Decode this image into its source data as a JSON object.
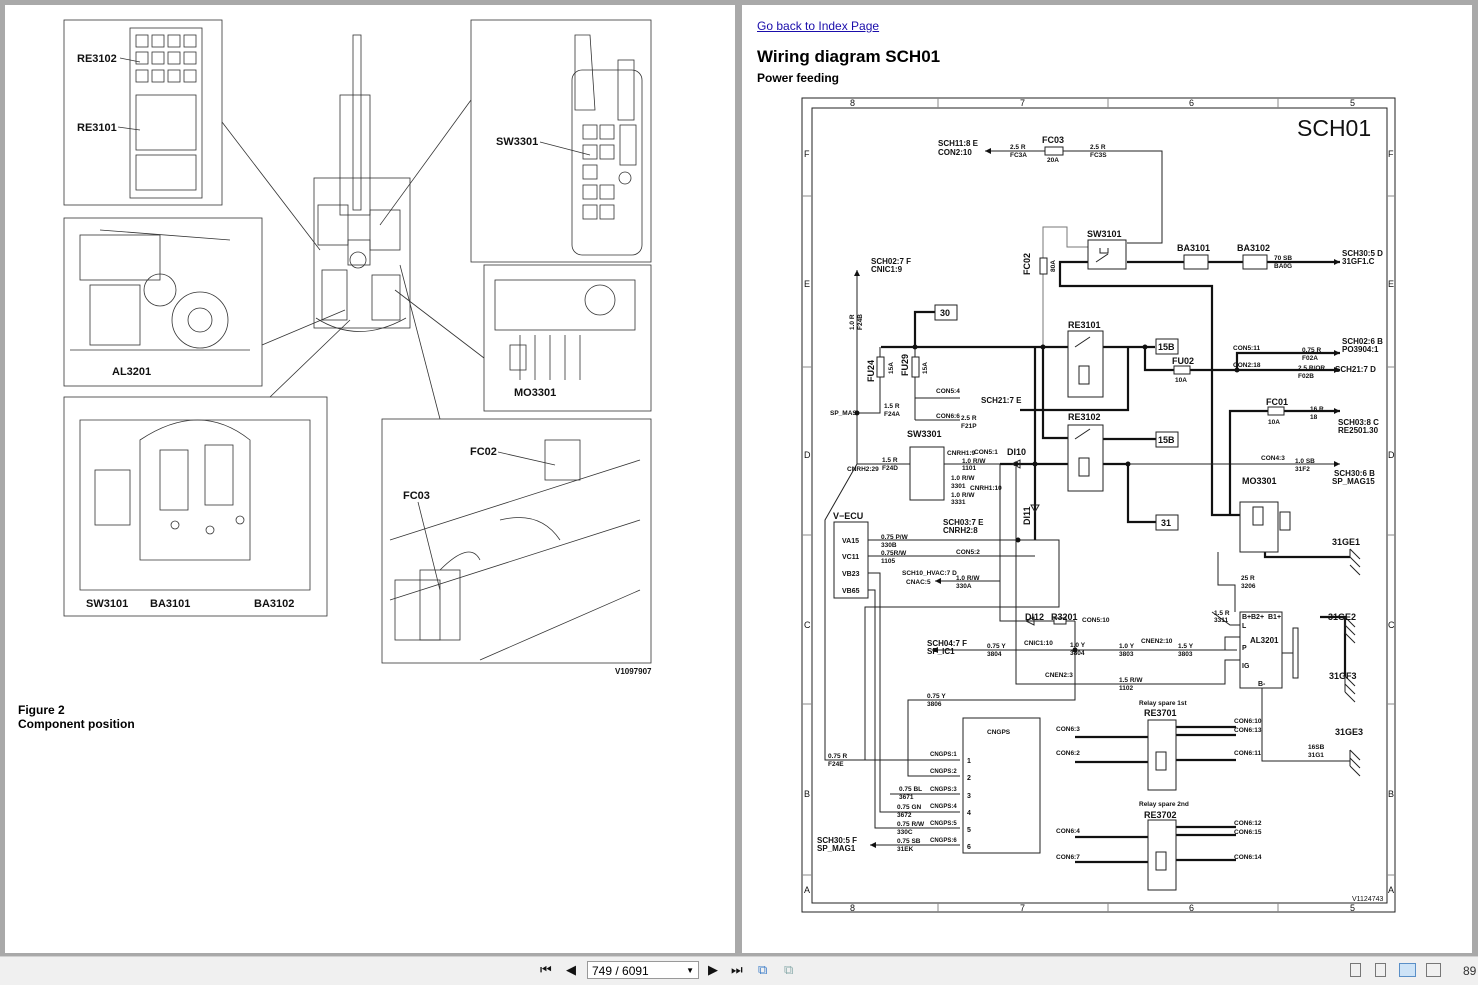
{
  "left_page": {
    "callouts": {
      "re3102": "RE3102",
      "re3101": "RE3101",
      "al3201": "AL3201",
      "sw3101": "SW3101",
      "ba3101": "BA3101",
      "ba3102": "BA3102",
      "sw3301": "SW3301",
      "mo3301": "MO3301",
      "fc02": "FC02",
      "fc03": "FC03"
    },
    "image_id": "V1097907",
    "figure_label": "Figure 2",
    "figure_caption": "Component position"
  },
  "right_page": {
    "back_link": "Go back to Index Page",
    "title": "Wiring diagram SCH01",
    "subtitle": "Power feeding",
    "diagram": {
      "sheet": "SCH01",
      "drawing_id": "V1124743",
      "columns": [
        "8",
        "7",
        "6",
        "5"
      ],
      "rows": [
        "F",
        "E",
        "D",
        "C",
        "B",
        "A"
      ],
      "components": {
        "fc03": "FC03",
        "fc03_rating": "20A",
        "sw3101": "SW3101",
        "ba3101": "BA3101",
        "ba3102": "BA3102",
        "fc02": "FC02",
        "fc02_rating": "80A",
        "re3101": "RE3101",
        "re3102": "RE3102",
        "fu02": "FU02",
        "fu02_rating": "10A",
        "fu24": "FU24",
        "fu24_rating": "15A",
        "fu29": "FU29",
        "fu29_rating": "15A",
        "fc01": "FC01",
        "fc01_rating": "10A",
        "sw3301": "SW3301",
        "di10": "DI10",
        "di11": "DI11",
        "di12": "DI12",
        "r3201": "R3201",
        "mo3301": "MO3301",
        "vecu": "V−ECU",
        "al3201": "AL3201",
        "cngps": "CNGPS",
        "re3701": "RE3701",
        "re3702": "RE3702",
        "spare1": "Relay spare 1st",
        "spare2": "Relay spare 2nd",
        "term30": "30",
        "term15b_1": "15B",
        "term15b_2": "15B",
        "term31": "31"
      },
      "refs": {
        "sch11": "SCH11:8 E",
        "con2_10": "CON2:10",
        "sch30_5d": "SCH30:5 D",
        "gf1c": "31GF1.C",
        "sch02_7f": "SCH02:7 F",
        "cnic1_9": "CNIC1:9",
        "sch02_6b": "SCH02:6 B",
        "po3904": "PO3904:1",
        "sch21_7d": "SCH21:7 D",
        "sch21_7e": "SCH21:7 E",
        "sch03_8c": "SCH03:8 C",
        "re2501": "RE2501.30",
        "sch30_6b": "SCH30:6 B",
        "sp_mag15": "SP_MAG15",
        "sch03_7e": "SCH03:7 E",
        "cnrh2_8": "CNRH2:8",
        "sch10": "SCH10_HVAC:7 D",
        "cnac5": "CNAC:5",
        "sch04": "SCH04:7 F",
        "sp_ic1": "SP_IC1",
        "sch30_5f": "SCH30:5 F",
        "sp_mag1": "SP_MAG1",
        "ge1": "31GE1",
        "ge2": "31GE2",
        "gf3": "31GF3",
        "ge3": "31GE3"
      },
      "ecu_pins": [
        "VA15",
        "VC11",
        "VB23",
        "VB65"
      ],
      "al_pins": [
        "B+",
        "L",
        "P",
        "IG",
        "B-",
        "B2+",
        "B1+"
      ],
      "cngps_pins": [
        "CNGPS:1",
        "CNGPS:2",
        "CNGPS:3",
        "CNGPS:4",
        "CNGPS:5",
        "CNGPS:6"
      ],
      "cngps_numbers": [
        "1",
        "2",
        "3",
        "4",
        "5",
        "6"
      ],
      "wires": {
        "fc3a": "2.5 R",
        "fc3a_id": "FC3A",
        "fc3s": "2.5 R",
        "fc3s_id": "FC3S",
        "ba_w": "70 SB",
        "ba_id": "BA0G",
        "f24b": "1.0 R",
        "f24b_id": "F24B",
        "f02a": "0.75 R",
        "f02a_id": "F02A",
        "f02b": "2.5 R/OR",
        "f02b_id": "F02B",
        "con5_11": "CON5:11",
        "con2_18": "CON2:18",
        "f24a": "1.5 R",
        "f24a_id": "F24A",
        "f21p": "2.5 R",
        "f21p_id": "F21P",
        "con5_4": "CON5:4",
        "con6_6": "CON6:6",
        "sp_mas": "SP_MAS",
        "f24d": "1.5 R",
        "f24d_id": "F24D",
        "cnrh2_29": "CNRH2:29",
        "w1101": "1.0 R/W",
        "w1101_id": "1101",
        "cnrh1_9": "CNRH1:9",
        "con5_1": "CON5:1",
        "w3301": "1.0 R/W",
        "w3301_id": "3301",
        "cnrh1_10": "CNRH1:10",
        "w3331": "1.0 R/W",
        "w3331_id": "3331",
        "f1": "16 R",
        "f1_id": "18",
        "f2": "1.0 SB",
        "f2_id": "31F2",
        "con4_3": "CON4:3",
        "va15w": "0.75 P/W",
        "va15w_id": "330B",
        "vc11w": "0.75R/W",
        "vc11w_id": "1105",
        "con5_2": "CON5:2",
        "w330a": "1.0 R/W",
        "w330a_id": "330A",
        "w3206": "25 R",
        "w3206_id": "3206",
        "w3311": "1.5 R",
        "w3311_id": "3311",
        "con5_10": "CON5:10",
        "cnic1_10": "CNIC1:10",
        "cnen2_10": "CNEN2:10",
        "cnen2_3": "CNEN2:3",
        "w3804a": "0.75 Y",
        "w3804a_id": "3804",
        "w3804b": "1.0 Y",
        "w3804b_id": "3804",
        "w3803a": "1.0 Y",
        "w3803a_id": "3803",
        "w3803b": "1.5 Y",
        "w3803b_id": "3803",
        "w1102": "1.5 R/W",
        "w1102_id": "1102",
        "w3806": "0.75 Y",
        "w3806_id": "3806",
        "f24e": "0.75 R",
        "f24e_id": "F24E",
        "w3671": "0.75 BL",
        "w3671_id": "3671",
        "w3672": "0.75 GN",
        "w3672_id": "3672",
        "w330c": "0.75 R/W",
        "w330c_id": "330C",
        "w31ek": "0.75 SB",
        "w31ek_id": "31EK",
        "w31g1": "16SB",
        "w31g1_id": "31G1",
        "con6_3": "CON6:3",
        "con6_2": "CON6:2",
        "con6_10": "CON6:10",
        "con6_13": "CON6:13",
        "con6_11": "CON6:11",
        "con6_4": "CON6:4",
        "con6_7": "CON6:7",
        "con6_12": "CON6:12",
        "con6_15": "CON6:15",
        "con6_14": "CON6:14"
      }
    }
  },
  "toolbar": {
    "page_indicator": "749 / 6091",
    "zoom": "89",
    "icons": [
      "first-page-icon",
      "prev-page-icon",
      "next-page-icon",
      "last-page-icon",
      "extract-page-icon",
      "insert-page-icon",
      "single-page-view-icon",
      "continuous-view-icon",
      "two-page-view-icon",
      "two-page-continuous-icon"
    ],
    "active_view": "two-page-view"
  }
}
